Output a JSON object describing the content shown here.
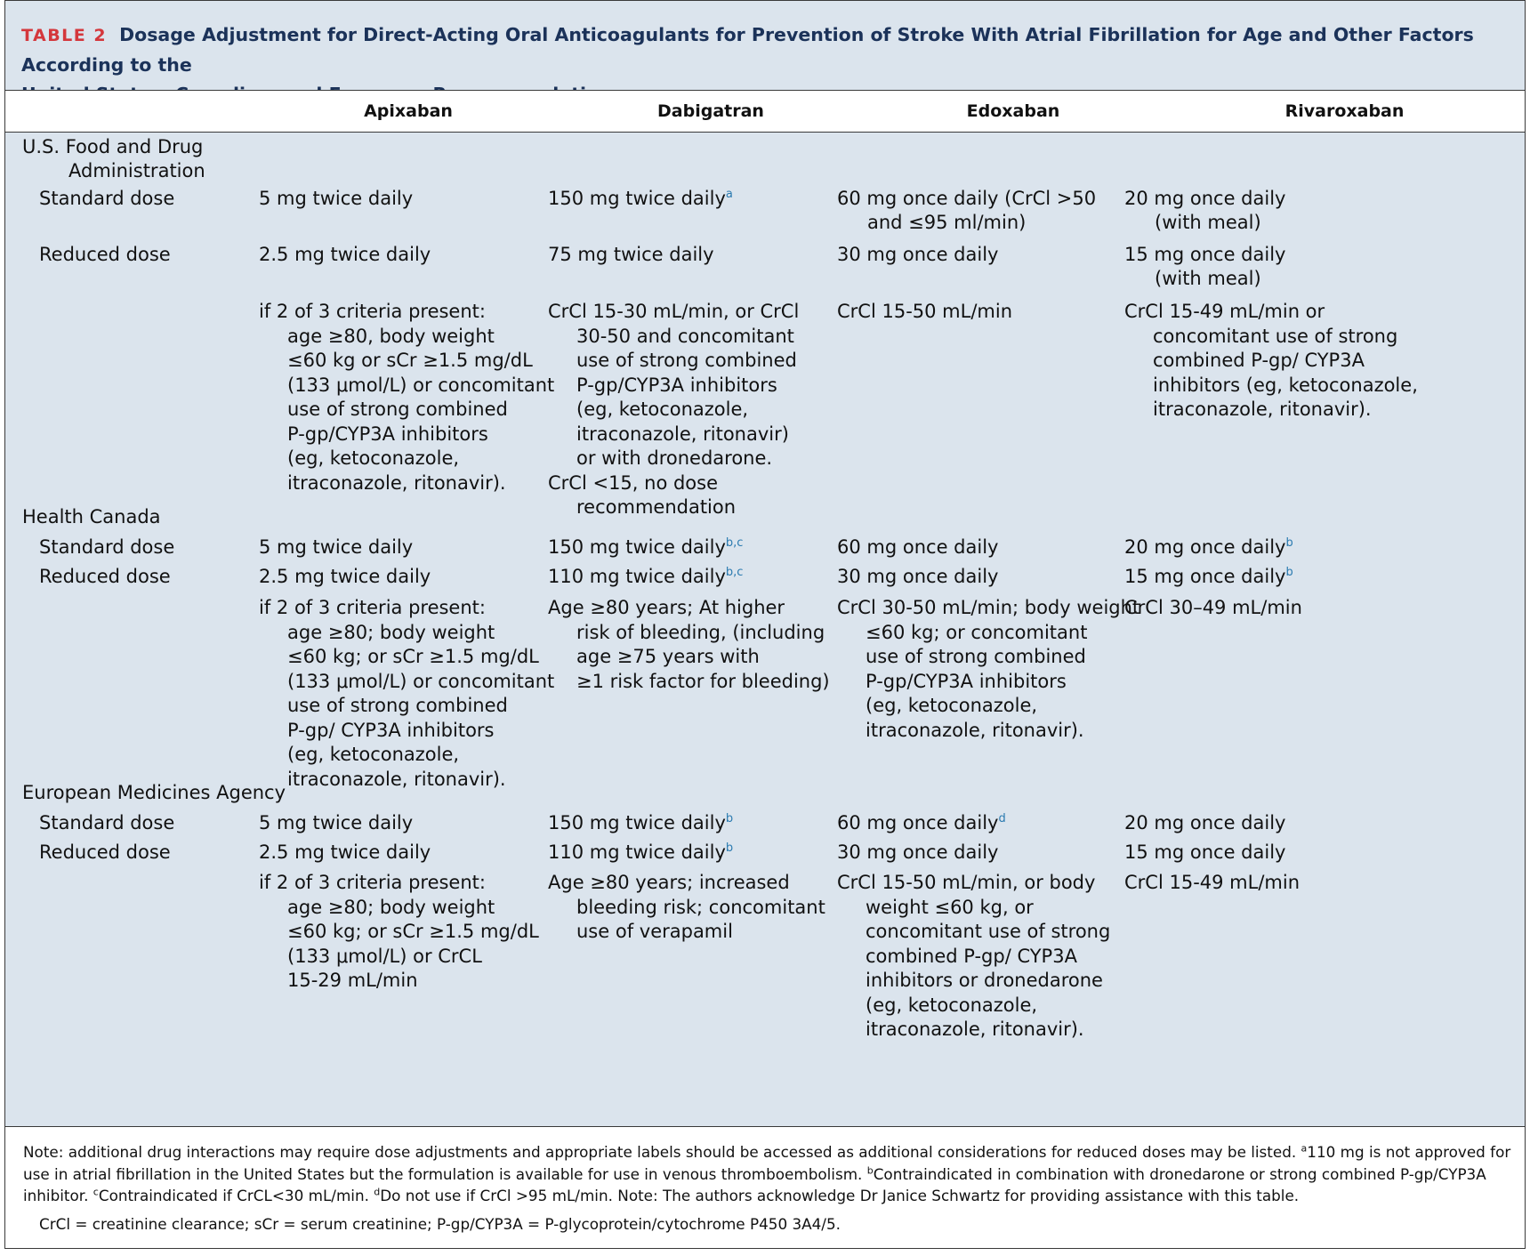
{
  "title": {
    "tag": "TABLE 2",
    "line1": "Dosage Adjustment for Direct-Acting Oral Anticoagulants for Prevention of Stroke With Atrial Fibrillation for Age and Other Factors According to the",
    "line2": "United States, Canadian, and European Recommendations"
  },
  "headers": [
    "Apixaban",
    "Dabigatran",
    "Edoxaban",
    "Rivaroxaban"
  ],
  "fda": {
    "name_l1": "U.S. Food and Drug",
    "name_l2": "Administration",
    "std_label": "Standard dose",
    "red_label": "Reduced dose",
    "std": {
      "apix": "5 mg twice daily",
      "dabi": "150 mg twice daily",
      "dabi_sup": "a",
      "edox_l1": "60 mg once daily (CrCl >50",
      "edox_l2": "and ≤95 ml/min)",
      "riva_l1": "20 mg once daily",
      "riva_l2": "(with meal)"
    },
    "red": {
      "apix": "2.5 mg twice daily",
      "dabi": "75 mg twice daily",
      "edox": "30 mg once daily",
      "riva_l1": "15 mg once daily",
      "riva_l2": "(with meal)"
    },
    "criteria": {
      "apix": [
        "if 2 of 3 criteria present:",
        "age ≥80, body weight",
        "≤60 kg or sCr ≥1.5 mg/dL",
        "(133 μmol/L) or concomitant",
        "use of strong combined",
        "P-gp/CYP3A inhibitors",
        "(eg, ketoconazole,",
        "itraconazole, ritonavir)."
      ],
      "dabi": [
        "CrCl 15-30 mL/min, or CrCl",
        "30-50 and concomitant",
        "use of strong combined",
        "P-gp/CYP3A inhibitors",
        "(eg, ketoconazole,",
        "itraconazole, ritonavir)",
        "or with dronedarone.",
        "CrCl <15, no dose",
        "recommendation"
      ],
      "edox": [
        "CrCl 15-50 mL/min"
      ],
      "riva": [
        "CrCl 15-49 mL/min or",
        "concomitant use of strong",
        "combined P-gp/ CYP3A",
        "inhibitors (eg, ketoconazole,",
        "itraconazole, ritonavir)."
      ]
    }
  },
  "canada": {
    "name": "Health Canada",
    "std_label": "Standard dose",
    "red_label": "Reduced dose",
    "std": {
      "apix": "5 mg twice daily",
      "dabi": "150 mg twice daily",
      "dabi_sup": "b,c",
      "edox": "60 mg once daily",
      "riva": "20 mg once daily",
      "riva_sup": "b"
    },
    "red": {
      "apix": "2.5 mg twice daily",
      "dabi": "110 mg twice daily",
      "dabi_sup": "b,c",
      "edox": "30 mg once daily",
      "riva": "15 mg once daily",
      "riva_sup": "b"
    },
    "criteria": {
      "apix": [
        "if 2 of 3 criteria present:",
        "age ≥80; body weight",
        "≤60 kg; or sCr ≥1.5 mg/dL",
        "(133 μmol/L) or concomitant",
        "use of strong combined",
        "P-gp/ CYP3A inhibitors",
        "(eg, ketoconazole,",
        "itraconazole, ritonavir)."
      ],
      "dabi": [
        "Age ≥80 years; At higher",
        "risk of bleeding, (including",
        "age ≥75 years with",
        "≥1 risk factor for bleeding)"
      ],
      "edox": [
        "CrCl 30-50 mL/min; body weight",
        "≤60 kg; or concomitant",
        "use of strong combined",
        "P-gp/CYP3A inhibitors",
        "(eg, ketoconazole,",
        "itraconazole, ritonavir)."
      ],
      "riva": [
        "CrCl 30–49 mL/min"
      ]
    }
  },
  "ema": {
    "name": "European Medicines Agency",
    "std_label": "Standard dose",
    "red_label": "Reduced dose",
    "std": {
      "apix": "5 mg twice daily",
      "dabi": "150 mg twice daily",
      "dabi_sup": "b",
      "edox": "60 mg once daily",
      "edox_sup": "d",
      "riva": "20 mg once daily"
    },
    "red": {
      "apix": "2.5 mg twice daily",
      "dabi": "110 mg twice daily",
      "dabi_sup": "b",
      "edox": "30 mg once daily",
      "riva": "15 mg once daily"
    },
    "criteria": {
      "apix": [
        "if 2 of 3 criteria present:",
        "age ≥80; body weight",
        "≤60 kg; or sCr ≥1.5 mg/dL",
        "(133 μmol/L) or CrCL",
        "15-29 mL/min"
      ],
      "dabi": [
        "Age ≥80 years; increased",
        "bleeding risk; concomitant",
        "use of verapamil"
      ],
      "edox": [
        "CrCl 15-50 mL/min, or body",
        "weight ≤60 kg, or",
        "concomitant use of strong",
        "combined P-gp/ CYP3A",
        "inhibitors or dronedarone",
        "(eg, ketoconazole,",
        "itraconazole, ritonavir)."
      ],
      "riva": [
        "CrCl 15-49 mL/min"
      ]
    }
  },
  "notes": {
    "main": "Note: additional drug interactions may require dose adjustments and appropriate labels should be accessed as additional considerations for reduced doses may be listed. ",
    "a_sup": "a",
    "a_text": "110 mg is not approved for use in atrial fibrillation in the United States but the formulation is available for use in venous thromboembolism. ",
    "b_sup": "b",
    "b_text": "Contraindicated in combination with dronedarone or strong combined P-gp/CYP3A inhibitor. ",
    "c_sup": "c",
    "c_text": "Contraindicated if CrCL<30 mL/min. ",
    "d_sup": "d",
    "d_text": "Do not use if CrCl >95 mL/min. Note: The authors acknowledge Dr Janice Schwartz for providing assistance with this table.",
    "abbreviations": "CrCl = creatinine clearance; sCr = serum creatinine; P-gp/CYP3A = P-glycoprotein/cytochrome P450 3A4/5."
  }
}
